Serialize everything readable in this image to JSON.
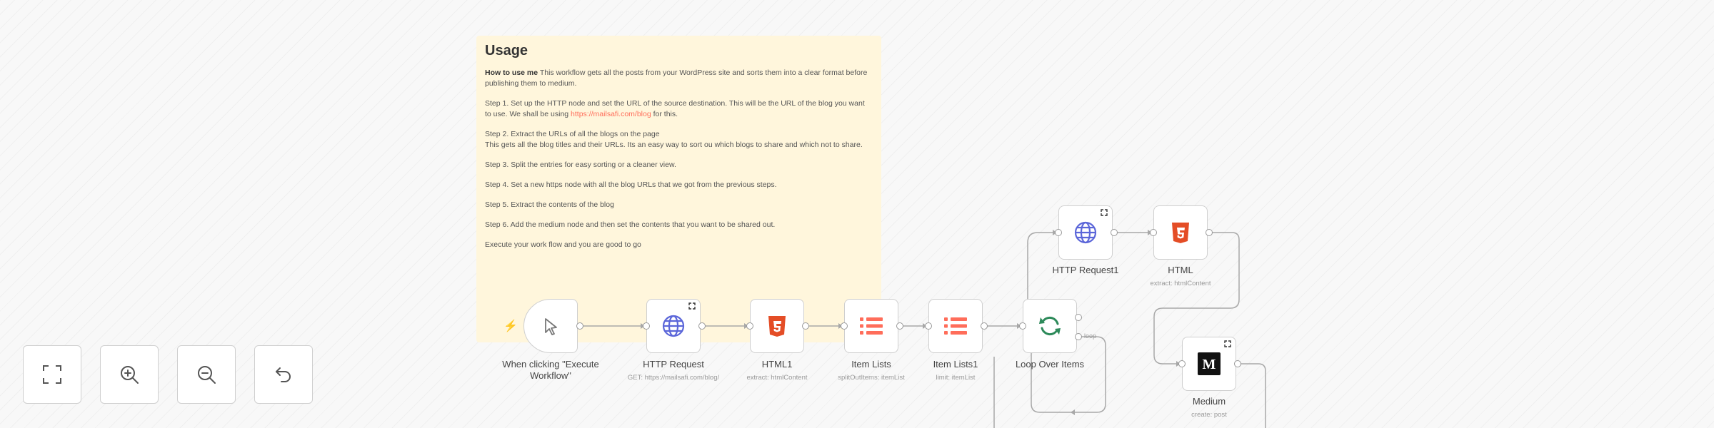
{
  "sticky": {
    "title": "Usage",
    "intro_bold": "How to use me",
    "intro_text": " This workflow gets all the posts from your WordPress site and sorts them into a clear format before publishing them to medium.",
    "step1_a": "Step 1. Set up the HTTP node and set the URL of the source destination. This will be the URL of the blog you want to use. We shall be using ",
    "step1_link": "https://mailsafi.com/blog",
    "step1_b": " for this.",
    "step2_a": "Step 2. Extract the URLs of all the blogs on the page",
    "step2_b": "This gets all the blog titles and their URLs. Its an easy way to sort ou which blogs to share and which not to share.",
    "step3": "Step 3. Split the entries for easy sorting or a cleaner view.",
    "step4": "Step 4. Set a new https node with all the blog URLs that we got from the previous steps.",
    "step5": "Step 5. Extract the contents of the blog",
    "step6": "Step 6. Add the medium node and then set the contents that you want to be shared out.",
    "outro": "Execute your work flow and you are good to go"
  },
  "nodes": {
    "trigger": {
      "label": "When clicking \"Execute Workflow\"",
      "icon": "cursor-icon"
    },
    "http_request": {
      "label": "HTTP Request",
      "sublabel": "GET: https://mailsafi.com/blog/",
      "icon": "globe-icon"
    },
    "html1": {
      "label": "HTML1",
      "sublabel": "extract: htmlContent",
      "icon": "html5-icon"
    },
    "item_lists": {
      "label": "Item Lists",
      "sublabel": "splitOutItems: itemList",
      "icon": "list-icon"
    },
    "item_lists1": {
      "label": "Item Lists1",
      "sublabel": "limit: itemList",
      "icon": "list-icon"
    },
    "loop": {
      "label": "Loop Over Items",
      "icon": "refresh-icon",
      "done_label": "loop"
    },
    "http_request1": {
      "label": "HTTP Request1",
      "icon": "globe-icon"
    },
    "html": {
      "label": "HTML",
      "sublabel": "extract: htmlContent",
      "icon": "html5-icon"
    },
    "medium": {
      "label": "Medium",
      "sublabel": "create: post",
      "icon": "medium-logo-icon"
    }
  },
  "controls": [
    {
      "name": "fit-view",
      "icon": "fullscreen-icon"
    },
    {
      "name": "zoom-in",
      "icon": "zoom-in-icon"
    },
    {
      "name": "zoom-out",
      "icon": "zoom-out-icon"
    },
    {
      "name": "reset-zoom",
      "icon": "undo-icon"
    }
  ],
  "colors": {
    "accent": "#ff6d5a",
    "globe": "#5b66d9",
    "html": "#e44d26",
    "loop": "#2d8a5a"
  }
}
